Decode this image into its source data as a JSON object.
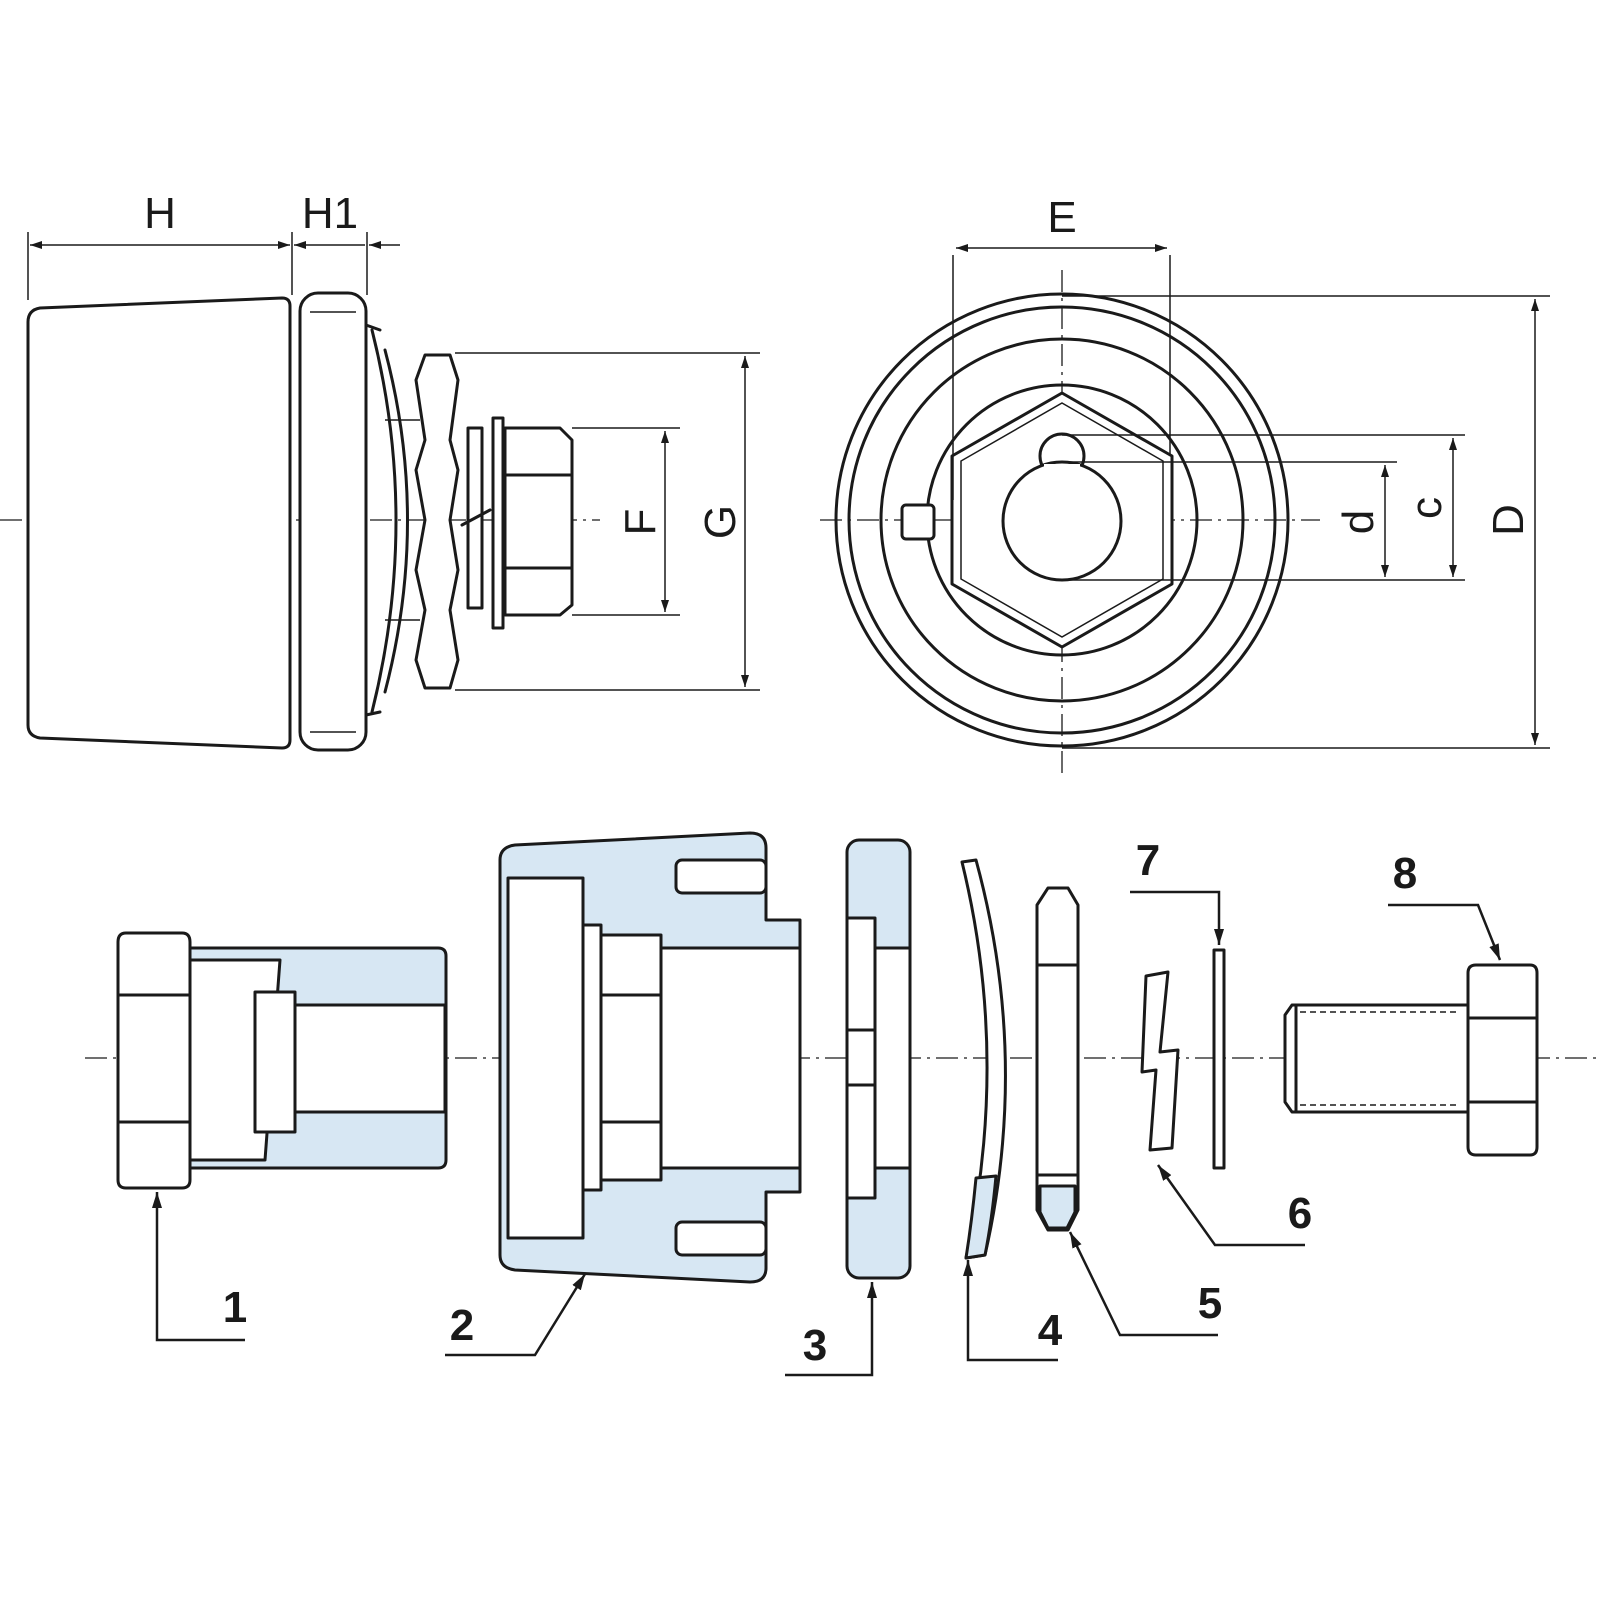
{
  "colors": {
    "line": "#1a1a1a",
    "part_fill": "#d7e7f3",
    "background": "#ffffff"
  },
  "dimensions": {
    "H": "H",
    "H1": "H1",
    "E": "E",
    "F": "F",
    "G": "G",
    "d": "d",
    "c": "c",
    "D": "D"
  },
  "parts": [
    "1",
    "2",
    "3",
    "4",
    "5",
    "6",
    "7",
    "8"
  ]
}
